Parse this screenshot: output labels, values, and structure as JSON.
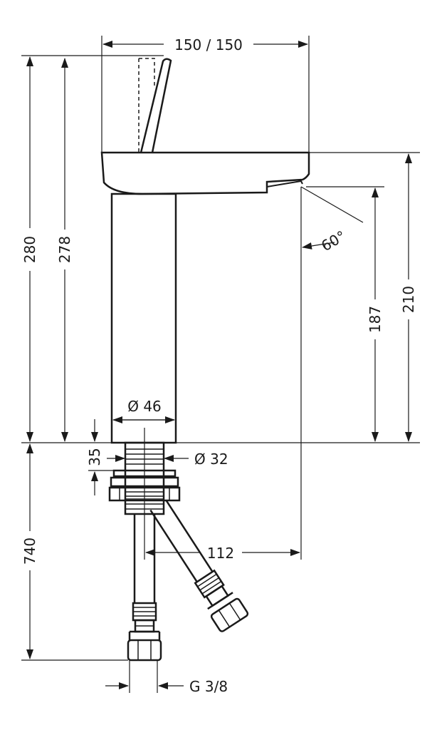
{
  "drawing": {
    "colors": {
      "line": "#1a1a1a",
      "background": "#ffffff"
    },
    "dimensions": {
      "top_width": "150 / 150",
      "total_height": "280",
      "handle_height": "278",
      "spout_angle": "60°",
      "spout_height": "187",
      "top_height": "210",
      "body_diameter": "Ø 46",
      "thread_diameter": "Ø 32",
      "thread_length": "35",
      "hose_length": "740",
      "hose_offset": "112",
      "connection": "G 3/8"
    }
  }
}
